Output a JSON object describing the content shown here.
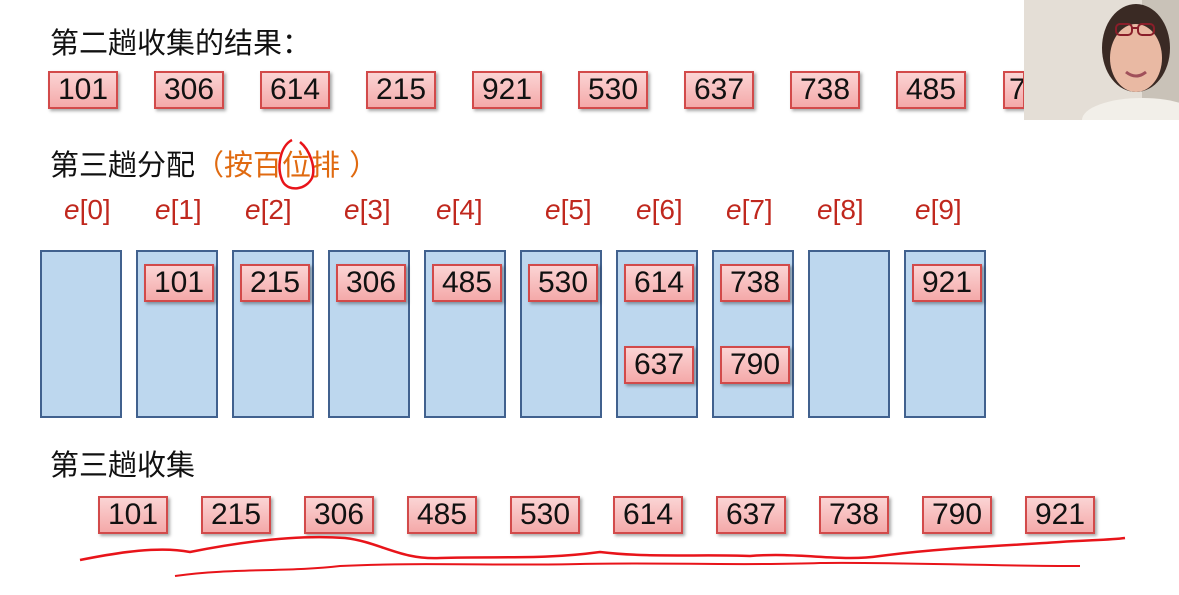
{
  "headings": {
    "collect2": "第二趟收集的结果：",
    "distribute3": "第三趟分配",
    "distribute3_note": "（按百位排 ）",
    "collect3": "第三趟收集"
  },
  "collect2_values": [
    "101",
    "306",
    "614",
    "215",
    "921",
    "530",
    "637",
    "738",
    "485",
    "7"
  ],
  "bucket_labels": [
    {
      "prefix": "e",
      "index": "[0]"
    },
    {
      "prefix": "e",
      "index": "[1]"
    },
    {
      "prefix": "e",
      "index": "[2]"
    },
    {
      "prefix": "e",
      "index": "[3]"
    },
    {
      "prefix": "e",
      "index": "[4]"
    },
    {
      "prefix": "e",
      "index": "[5]"
    },
    {
      "prefix": "e",
      "index": "[6]"
    },
    {
      "prefix": "e",
      "index": "[7]"
    },
    {
      "prefix": "e",
      "index": "[8]"
    },
    {
      "prefix": "e",
      "index": "[9]"
    }
  ],
  "buckets": [
    [],
    [
      "101"
    ],
    [
      "215"
    ],
    [
      "306"
    ],
    [
      "485"
    ],
    [
      "530"
    ],
    [
      "614",
      "637"
    ],
    [
      "738",
      "790"
    ],
    [],
    [
      "921"
    ]
  ],
  "collect3_values": [
    "101",
    "215",
    "306",
    "485",
    "530",
    "614",
    "637",
    "738",
    "790",
    "921"
  ],
  "colors": {
    "chip_fill": "#f4a9a9",
    "chip_border": "#d24a4a",
    "bucket_fill": "#bdd7ee",
    "bucket_border": "#41618e",
    "label_red": "#c0281e",
    "note_orange": "#e06a10",
    "pen_red": "#e8141a"
  }
}
